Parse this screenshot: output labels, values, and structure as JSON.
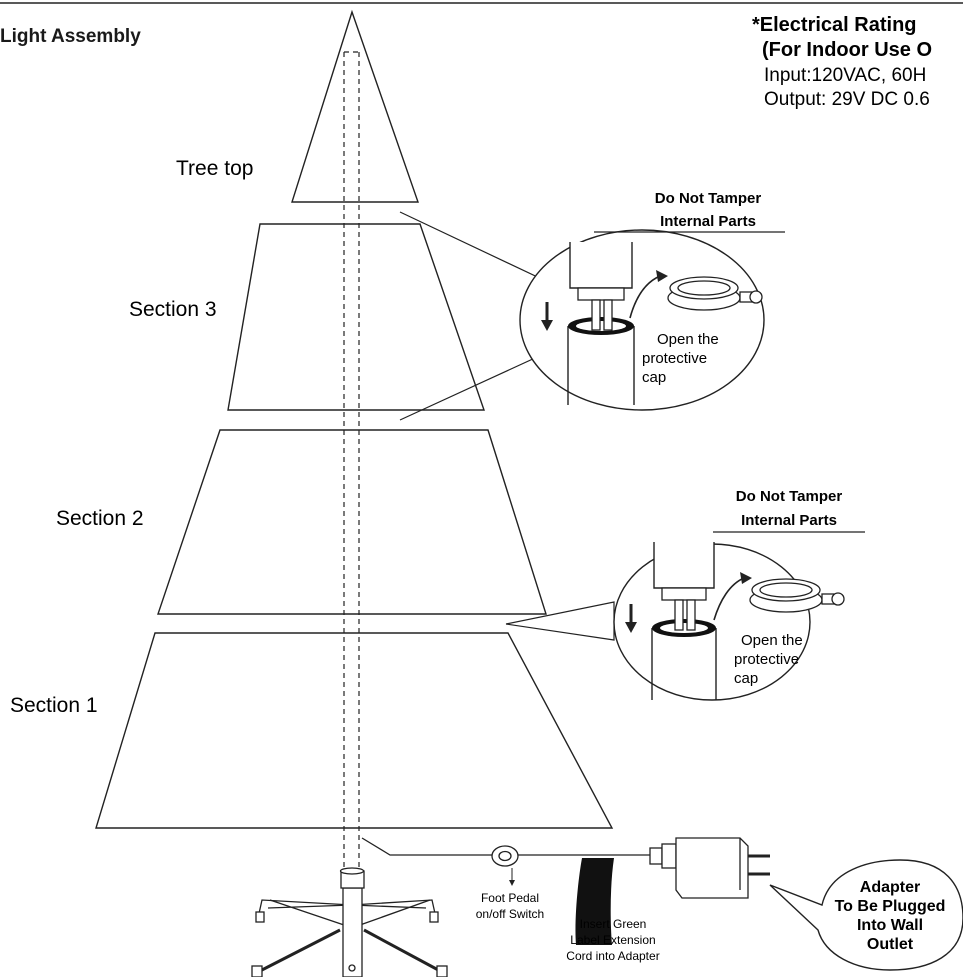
{
  "title": "Light Assembly",
  "rating": {
    "line1": "*Electrical Rating",
    "line2": "(For Indoor Use O",
    "line3": "Input:120VAC, 60H",
    "line4": "Output: 29V DC 0.6"
  },
  "sections": {
    "top": "Tree top",
    "s3": "Section 3",
    "s2": "Section 2",
    "s1": "Section 1"
  },
  "callout_upper": {
    "warn1": "Do Not Tamper",
    "warn2": "Internal Parts",
    "open1": "Open the",
    "open2": "protective",
    "open3": "cap"
  },
  "callout_lower": {
    "warn1": "Do Not Tamper",
    "warn2": "Internal Parts",
    "open1": "Open the",
    "open2": "protective",
    "open3": "cap"
  },
  "foot_pedal": {
    "line1": "Foot Pedal",
    "line2": "on/off Switch"
  },
  "extension": {
    "line1": "Insert Green",
    "line2": "Label Extension",
    "line3": "Cord into Adapter"
  },
  "adapter": {
    "line1": "Adapter",
    "line2": "To Be Plugged",
    "line3": "Into Wall",
    "line4": "Outlet"
  }
}
